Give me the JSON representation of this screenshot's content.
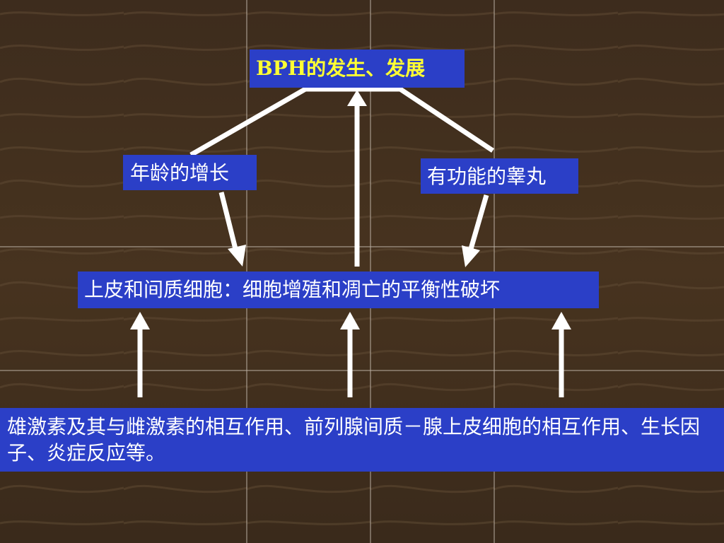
{
  "colors": {
    "box_fill": "#2b3fc7",
    "title_text": "#ffff33",
    "body_text": "#ffffff",
    "arrow": "#ffffff",
    "wood_dark": "#3a2a1c",
    "wood_light": "#5a4530"
  },
  "diagram": {
    "title": "BPH的发生、发展",
    "nodes": {
      "age": "年龄的增长",
      "testis": "有功能的睾丸",
      "balance": "上皮和间质细胞：细胞增殖和凋亡的平衡性破坏",
      "factors": "雄激素及其与雌激素的相互作用、前列腺间质－腺上皮细胞的相互作用、生长因子、炎症反应等。"
    },
    "edges": [
      {
        "from": "age",
        "to": "title",
        "style": "line"
      },
      {
        "from": "testis",
        "to": "title",
        "style": "line"
      },
      {
        "from": "age",
        "to": "balance",
        "style": "arrow"
      },
      {
        "from": "testis",
        "to": "balance",
        "style": "arrow"
      },
      {
        "from": "balance",
        "to": "title",
        "style": "arrow"
      },
      {
        "from": "factors",
        "to": "balance",
        "style": "arrow",
        "count": 3
      }
    ]
  }
}
